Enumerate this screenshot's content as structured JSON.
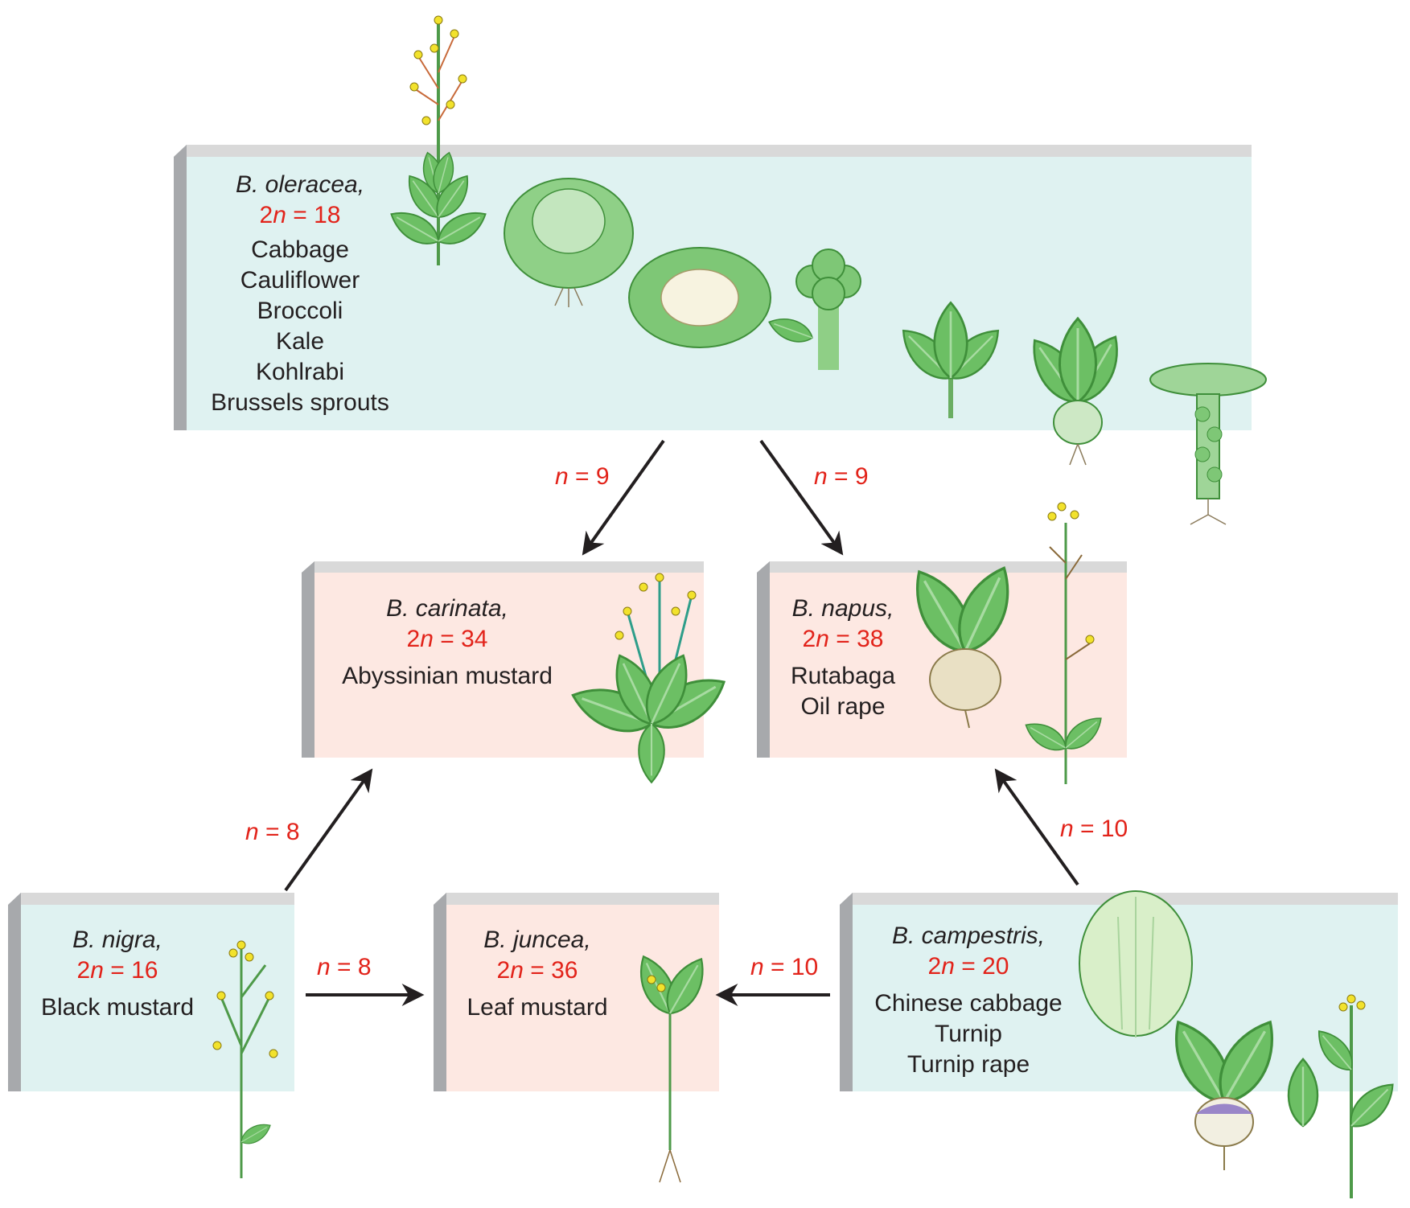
{
  "colors": {
    "diploid_box": "#dff2f1",
    "hybrid_box": "#fde8e2",
    "box_top": "#d9d9d9",
    "box_side": "#a7a9ac",
    "chromosome_text": "#e2231a",
    "arrow": "#231f20",
    "leaf": "#6cbf64",
    "flower": "#f2e22c"
  },
  "species": {
    "oleracea": {
      "name": "B. oleracea,",
      "chromosome_prefix": "2",
      "chromosome_n": "n",
      "chromosome_value": " = 18",
      "crops": [
        "Cabbage",
        "Cauliflower",
        "Broccoli",
        "Kale",
        "Kohlrabi",
        "Brussels sprouts"
      ]
    },
    "carinata": {
      "name": "B. carinata,",
      "chromosome_prefix": "2",
      "chromosome_n": "n",
      "chromosome_value": " = 34",
      "crops": [
        "Abyssinian mustard"
      ]
    },
    "napus": {
      "name": "B. napus,",
      "chromosome_prefix": "2",
      "chromosome_n": "n",
      "chromosome_value": " = 38",
      "crops": [
        "Rutabaga",
        "Oil rape"
      ]
    },
    "nigra": {
      "name": "B. nigra,",
      "chromosome_prefix": "2",
      "chromosome_n": "n",
      "chromosome_value": " = 16",
      "crops": [
        "Black mustard"
      ]
    },
    "juncea": {
      "name": "B. juncea,",
      "chromosome_prefix": "2",
      "chromosome_n": "n",
      "chromosome_value": " = 36",
      "crops": [
        "Leaf mustard"
      ]
    },
    "campestris": {
      "name": "B. campestris,",
      "chromosome_prefix": "2",
      "chromosome_n": "n",
      "chromosome_value": " = 20",
      "crops": [
        "Chinese cabbage",
        "Turnip",
        "Turnip rape"
      ]
    }
  },
  "arrows": {
    "oleracea_to_carinata": {
      "n": "n",
      "value": " = 9"
    },
    "oleracea_to_napus": {
      "n": "n",
      "value": " = 9"
    },
    "nigra_to_carinata": {
      "n": "n",
      "value": " = 8"
    },
    "campestris_to_napus": {
      "n": "n",
      "value": " = 10"
    },
    "nigra_to_juncea": {
      "n": "n",
      "value": " = 8"
    },
    "campestris_to_juncea": {
      "n": "n",
      "value": " = 10"
    }
  }
}
